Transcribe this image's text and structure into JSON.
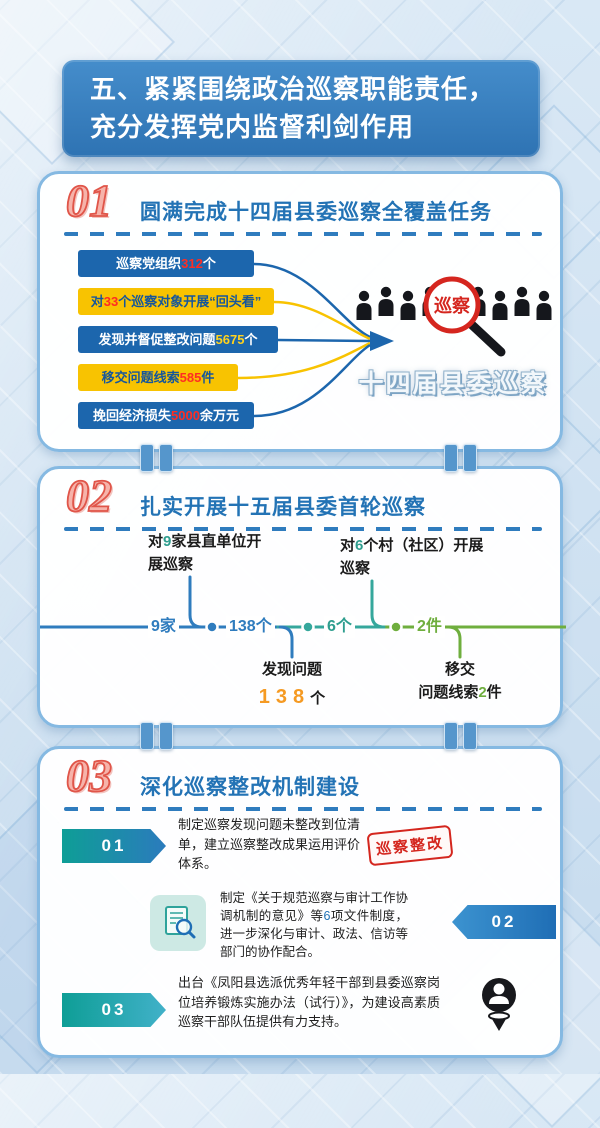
{
  "header": {
    "line1": "五、紧紧围绕政治巡察职能责任，",
    "line2": "充分发挥党内监督利剑作用"
  },
  "s1": {
    "num": "01",
    "title": "圆满完成十四届县委巡察全覆盖任务",
    "stats": [
      {
        "pre": "巡察党组织",
        "val": "312",
        "post": "个"
      },
      {
        "pre": "对",
        "val": "33",
        "post": "个巡察对象开展“回头看”"
      },
      {
        "pre": "发现并督促整改问题",
        "val": "5675",
        "post": "个"
      },
      {
        "pre": "移交问题线索",
        "val": "585",
        "post": "件"
      },
      {
        "pre": "挽回经济损失",
        "val": "5000",
        "post": "余万元"
      }
    ],
    "magnifier_text": "巡察",
    "caption": "十四届县委巡察"
  },
  "s2": {
    "num": "02",
    "title": "扎实开展十五届县委首轮巡察",
    "top1": {
      "pre": "对",
      "val": "9",
      "post": "家县直单位开展巡察"
    },
    "top2": {
      "pre": "对",
      "val": "6",
      "post": "个村（社区）开展巡察"
    },
    "nodes": [
      "9家",
      "138个",
      "6个",
      "2件"
    ],
    "bottom1": {
      "line1": "发现问题",
      "val": "138",
      "post": "个"
    },
    "bottom2": {
      "line1": "移交",
      "pre": "问题线索",
      "val": "2",
      "post": "件"
    }
  },
  "s3": {
    "num": "03",
    "title": "深化巡察整改机制建设",
    "item1": {
      "num": "01",
      "text": "制定巡察发现问题未整改到位清单，建立巡察整改成果运用评价体系。",
      "badge": "巡察整改"
    },
    "item2": {
      "num": "02",
      "pre": "制定《关于规范巡察与审计工作协调机制的意见》等",
      "val": "6",
      "post": "项文件制度，进一步深化与审计、政法、信访等部门的协作配合。"
    },
    "item3": {
      "num": "03",
      "text": "出台《凤阳县选派优秀年轻干部到县委巡察岗位培养锻炼实施办法（试行）》，为建设高素质巡察干部队伍提供有力支持。"
    }
  },
  "colors": {
    "accent_blue": "#1c66ad",
    "accent_yellow": "#f8c301",
    "accent_red": "#d4261e",
    "teal": "#2f9e8f",
    "green": "#6fae3e"
  }
}
